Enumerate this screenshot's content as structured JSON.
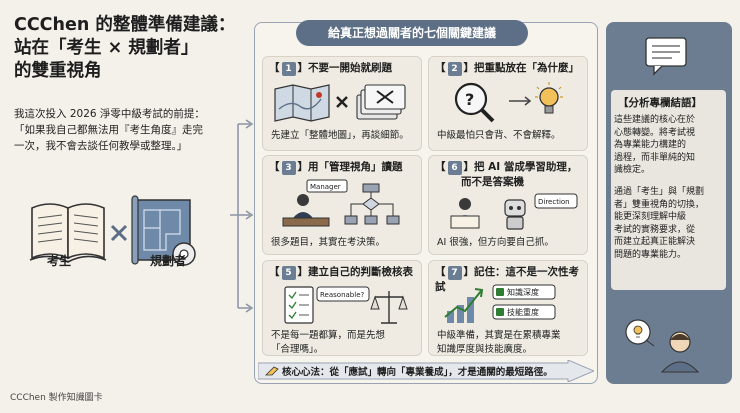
{
  "title": {
    "line1": "CCChen 的整體準備建議：",
    "line2": "站在「考生 × 規劃者」",
    "line3": "的雙重視角"
  },
  "intro": {
    "line1": "我這次投入 2026 淨零中級考試的前提：",
    "line2": "「如果我自己都無法用『考生角度』走完",
    "line3": "一次，我不會去談任何教學或整理。」"
  },
  "roles": {
    "student": "考生",
    "planner": "規劃者"
  },
  "panel": {
    "title": "給真正想過關者的七個關鍵建議",
    "cards": [
      {
        "num": "1",
        "title": "不要一開始就刷題",
        "text1": "先建立「整體地圖」，再談細節。",
        "text2": ""
      },
      {
        "num": "2",
        "title": "把重點放在「為什麼」",
        "text1": "中級最怕只會背、不會解釋。",
        "text2": ""
      },
      {
        "num": "3",
        "title": "用「管理視角」讀題",
        "tag": "Manager",
        "text1": "很多題目，其實在考決策。",
        "text2": ""
      },
      {
        "num": "6",
        "title": "把 AI 當成學習助理，",
        "title2": "而不是答案機",
        "tag": "Direction",
        "text1": "AI 很強，但方向要自己抓。",
        "text2": ""
      },
      {
        "num": "5",
        "title": "建立自己的判斷檢核表",
        "tag": "Reasonable?",
        "text1": "不是每一題都算，而是先想",
        "text2": "「合理嗎」。"
      },
      {
        "num": "7",
        "title": "記住：這不是一次性考試",
        "badges": [
          "知識深度",
          "技能重度"
        ],
        "text1": "中級準備，其實是在累積專業",
        "text2": "知識厚度與技能廣度。"
      }
    ],
    "core": "核心心法：從「應試」轉向「專業養成」，才是通關的最短路徑。"
  },
  "side": {
    "title": "【分析專欄結語】",
    "para1": [
      "這些建議的核心在於",
      "心態轉變。將考試視",
      "為專業能力構建的",
      "過程，而非單純的知",
      "識檢定。"
    ],
    "para2": [
      "通過「考生」與「規劃",
      "者」雙重視角的切換，",
      "能更深刻理解中級",
      "考試的實務要求，從",
      "而建立起真正能解決",
      "問題的專業能力。"
    ]
  },
  "footer": "CCChen 製作知識圖卡",
  "colors": {
    "accent": "#5d6f86",
    "side": "#6d7d91",
    "background": "#f4f1ea",
    "card": "#efebe3"
  }
}
